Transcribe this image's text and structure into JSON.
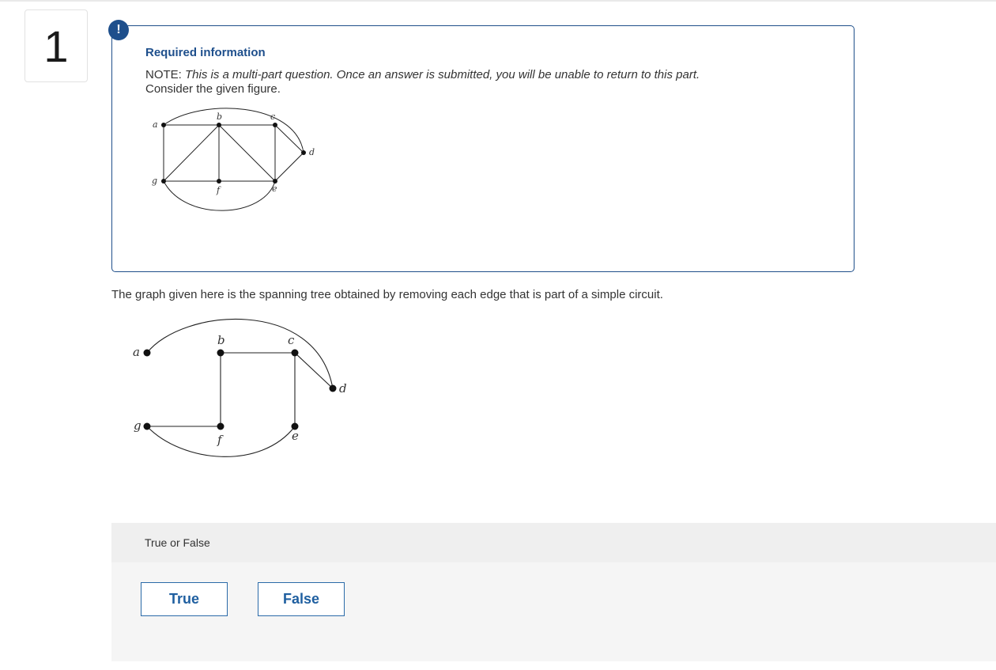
{
  "question": {
    "number": "1",
    "alert_icon": "!",
    "alert_icon_name": "exclamation-icon",
    "accent_color": "#1e4f8c"
  },
  "required_info": {
    "title": "Required information",
    "note_prefix": "NOTE: ",
    "note_text": "This is a multi-part question. Once an answer is submitted, you will be unable to return to this part.",
    "consider": "Consider the given figure."
  },
  "figure1": {
    "vertices": [
      "a",
      "b",
      "c",
      "d",
      "e",
      "f",
      "g"
    ],
    "edges": [
      [
        "a",
        "b"
      ],
      [
        "b",
        "c"
      ],
      [
        "a",
        "g"
      ],
      [
        "g",
        "f"
      ],
      [
        "f",
        "e"
      ],
      [
        "c",
        "e"
      ],
      [
        "b",
        "f"
      ],
      [
        "g",
        "b"
      ],
      [
        "b",
        "e"
      ],
      [
        "c",
        "d"
      ],
      [
        "d",
        "e"
      ],
      [
        "a",
        "d"
      ],
      [
        "g",
        "e"
      ]
    ]
  },
  "prompt": "The graph given here is the spanning tree obtained by removing each edge that is part of a simple circuit.",
  "figure2": {
    "vertices": [
      "a",
      "b",
      "c",
      "d",
      "e",
      "f",
      "g"
    ],
    "edges": [
      [
        "a",
        "d"
      ],
      [
        "b",
        "c"
      ],
      [
        "c",
        "d"
      ],
      [
        "c",
        "e"
      ],
      [
        "b",
        "f"
      ],
      [
        "g",
        "f"
      ],
      [
        "g",
        "e"
      ]
    ]
  },
  "answer": {
    "header": "True or False",
    "options": [
      "True",
      "False"
    ],
    "button_color": "#1f5fa0"
  }
}
